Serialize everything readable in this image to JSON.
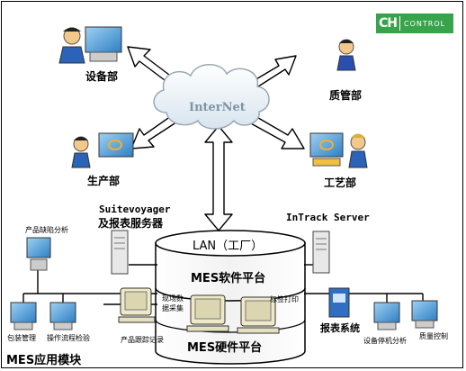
{
  "logo": {
    "mark": "CH",
    "word": "CONTROL",
    "color": "#37a34a"
  },
  "cloud": {
    "label": "InterNet"
  },
  "departments": {
    "equipment": "设备部",
    "quality": "质管部",
    "production": "生产部",
    "process": "工艺部"
  },
  "servers": {
    "suitevoyager_line1": "Suitevoyager",
    "suitevoyager_line2": "及报表服务器",
    "intrack": "InTrack Server"
  },
  "platform": {
    "lan": "LAN（工厂）",
    "software": "MES软件平台",
    "hardware": "MES硬件平台"
  },
  "modules": {
    "title": "MES应用模块",
    "defect_analysis": "产品缺陷分析",
    "packaging": "包装管理",
    "operation_inspection": "操作流程检验",
    "tracking_record": "产品跟踪记录",
    "field_data_line1": "现场数",
    "field_data_line2": "据采集",
    "label_print": "标签打印",
    "report_system": "报表系统",
    "downtime_analysis": "设备停机分析",
    "quality_control": "质量控制"
  }
}
